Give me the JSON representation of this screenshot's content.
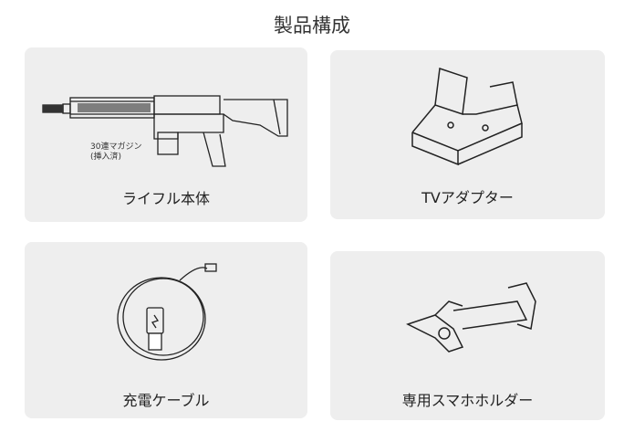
{
  "title": "製品構成",
  "items": [
    {
      "label": "ライフル本体",
      "note_line1": "30連マガジン",
      "note_line2": "(挿入済)"
    },
    {
      "label": "TVアダプター"
    },
    {
      "label": "充電ケーブル"
    },
    {
      "label": "専用スマホホルダー"
    }
  ]
}
